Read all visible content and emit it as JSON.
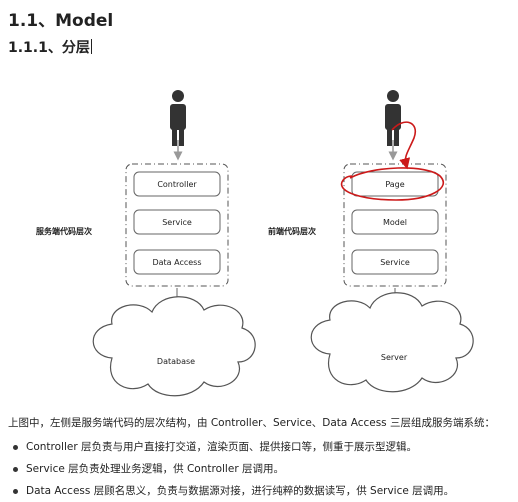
{
  "heading1": "1.1、Model",
  "heading2": "1.1.1、分层",
  "diagram": {
    "left": {
      "side_label": "服务端代码层次",
      "layers": [
        "Controller",
        "Service",
        "Data Access"
      ],
      "storage": "Database"
    },
    "right": {
      "side_label": "前端代码层次",
      "layers": [
        "Page",
        "Model",
        "Service"
      ],
      "storage": "Server"
    }
  },
  "paragraph": "上图中，左侧是服务端代码的层次结构，由 Controller、Service、Data Access 三层组成服务端系统：",
  "bullets": [
    "Controller 层负责与用户直接打交道，渲染页面、提供接口等，侧重于展示型逻辑。",
    "Service 层负责处理业务逻辑，供 Controller 层调用。",
    "Data Access 层顾名思义，负责与数据源对接，进行纯粹的数据读写，供 Service 层调用。"
  ],
  "colors": {
    "annotation": "#cc1a1a",
    "box_border": "#555555",
    "person": "#333333"
  }
}
